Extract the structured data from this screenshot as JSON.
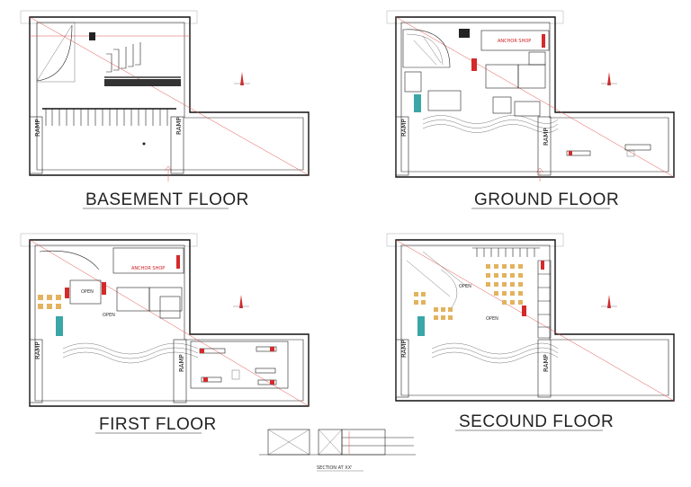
{
  "plans": {
    "basement": {
      "title": "BASEMENT FLOOR",
      "ramp_left": "RAMP",
      "ramp_right": "RAMP"
    },
    "ground": {
      "title": "GROUND FLOOR",
      "ramp_left": "RAMP",
      "ramp_right": "RAMP",
      "anchor": "ANCHOR SHOP"
    },
    "first": {
      "title": "FIRST FLOOR",
      "ramp_left": "RAMP",
      "ramp_right": "RAMP",
      "anchor": "ANCHOR SHOP",
      "label_a": "OPEN",
      "label_b": "OPEN"
    },
    "second": {
      "title": "SECOUND FLOOR",
      "ramp_left": "RAMP",
      "ramp_right": "RAMP",
      "label_a": "OPEN",
      "label_b": "OPEN"
    }
  },
  "section": {
    "title": "SECTION AT XX'"
  },
  "colors": {
    "line": "#111111",
    "accent": "#d42a2a",
    "furniture": "#e3b25f",
    "glass": "#3aa6a6"
  }
}
